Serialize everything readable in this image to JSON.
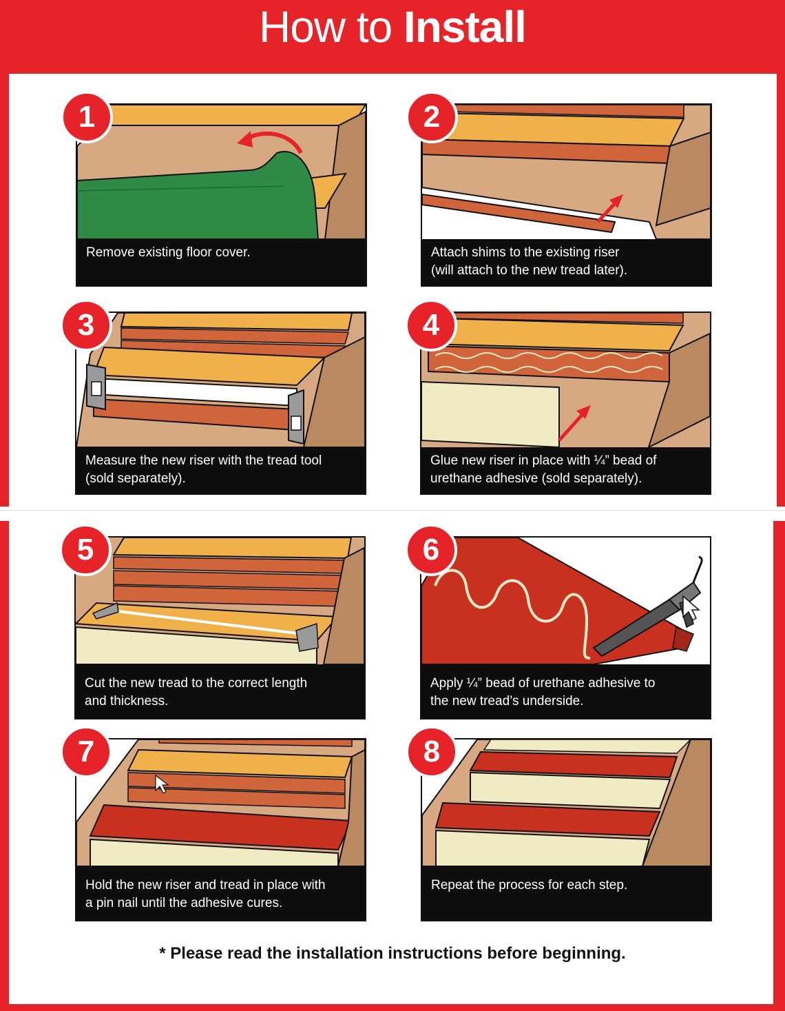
{
  "header": {
    "title_light": "How to ",
    "title_bold": "Install"
  },
  "steps": [
    {
      "number": "1",
      "lines": [
        "Remove existing floor cover."
      ]
    },
    {
      "number": "2",
      "lines": [
        "Attach shims to the existing riser",
        "(will attach to the new tread later)."
      ]
    },
    {
      "number": "3",
      "lines": [
        "Measure the new riser with the tread tool",
        "(sold separately)."
      ]
    },
    {
      "number": "4",
      "lines": [
        "Glue new riser in place with ¼” bead of",
        "urethane adhesive (sold separately)."
      ]
    },
    {
      "number": "5",
      "lines": [
        "Cut the new tread to the correct length",
        "and thickness."
      ]
    },
    {
      "number": "6",
      "lines": [
        "Apply  ¼” bead of urethane adhesive to",
        "the new tread’s underside."
      ]
    },
    {
      "number": "7",
      "lines": [
        "Hold the new riser and tread in place with",
        "a pin nail until the adhesive cures."
      ]
    },
    {
      "number": "8",
      "lines": [
        "Repeat the process for each step."
      ]
    }
  ],
  "footnote": "* Please read the installation instructions before beginning.",
  "colors": {
    "brand_red": "#e52329",
    "tread_orange": "#f0b04a",
    "riser_rust": "#d0643a",
    "wall_tan": "#d7a982",
    "new_tread_red": "#c8311f",
    "old_cover_green": "#2f8a45",
    "riser_cream": "#f1ebc4"
  },
  "icons": [
    "curved-arrow-icon",
    "up-arrow-icon",
    "tread-tool-icon",
    "caulk-gun-icon",
    "cursor-icon"
  ]
}
